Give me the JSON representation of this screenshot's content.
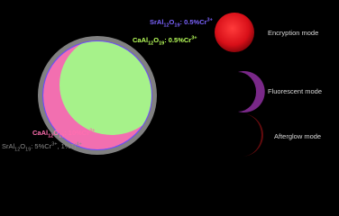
{
  "labels": {
    "sral_cr": {
      "formula": "SrAl",
      "sub": "12",
      "mid": "O",
      "sub2": "19",
      "rest": ": 0.5%Cr",
      "sup": "3+",
      "color": "#7b63ff"
    },
    "caal_low": {
      "formula": "CaAl",
      "sub": "12",
      "mid": "O",
      "sub2": "19",
      "rest": ": 0.5%Cr",
      "sup": "3+",
      "color": "#b8ff5a"
    },
    "caal_high": {
      "formula": "CaAl",
      "sub": "12",
      "mid": "O",
      "sub2": "19",
      "rest": ": 10%Cr",
      "sup": "3+",
      "color": "#ff6fb0"
    },
    "sral_cr_ti": {
      "formula": "SrAl",
      "sub": "12",
      "mid": "O",
      "sub2": "19",
      "rest": ": 5%Cr",
      "sup": "3+",
      "rest2": ", 1%Ti",
      "sup2": "4+",
      "color": "#8c8c8c"
    }
  },
  "modes": {
    "encryption": "Encryption mode",
    "fluorescent": "Fluorescent mode",
    "afterglow": "Afterglow mode"
  },
  "colors": {
    "background": "#000000",
    "outer_ring": "#808080",
    "purple_rim": "#6a4cff",
    "green_region": "#a6f28a",
    "pink_region": "#f26fb0",
    "encryption_disk": "#e0121c",
    "fluorescent_crescent": "#8e2fa0",
    "afterglow_crescent": "#8a0f12"
  }
}
